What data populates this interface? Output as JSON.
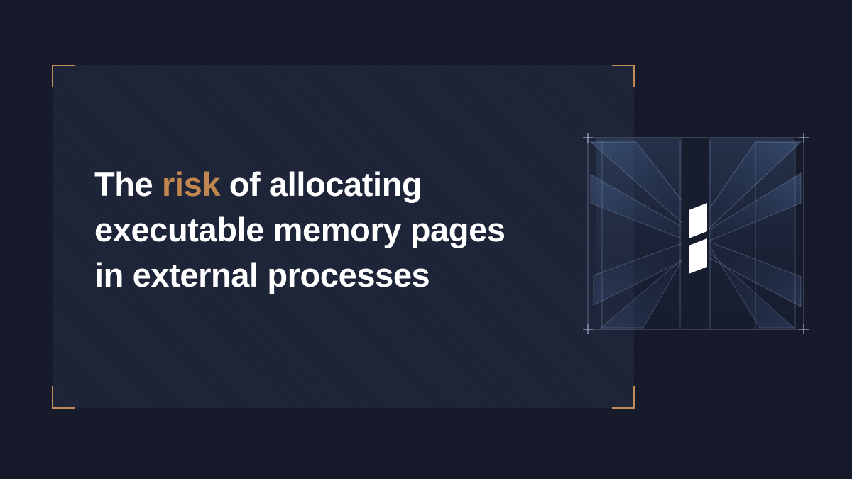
{
  "slide": {
    "background_color": "#161a2b",
    "panel_color": "#1d2337",
    "accent_color": "#c08d57",
    "highlight_color": "#c2874e",
    "text_color": "#ffffff",
    "blueprint_line_color": "#7f8caa"
  },
  "headline": {
    "line1_pre": "The ",
    "line1_accent": "risk",
    "line1_post": " of allocating",
    "line2": "executable memory pages",
    "line3": "in external processes",
    "full_text": "The risk of allocating executable memory pages in external processes"
  },
  "logo": {
    "mark_name": "slanted-double-parallelogram-mark",
    "mark_color": "#ffffff",
    "frame_label": "blueprint-frame",
    "corner_markers": [
      "+",
      "+",
      "+",
      "+"
    ]
  },
  "panel": {
    "corner_brackets": [
      "top-left",
      "top-right",
      "bottom-left",
      "bottom-right"
    ]
  }
}
